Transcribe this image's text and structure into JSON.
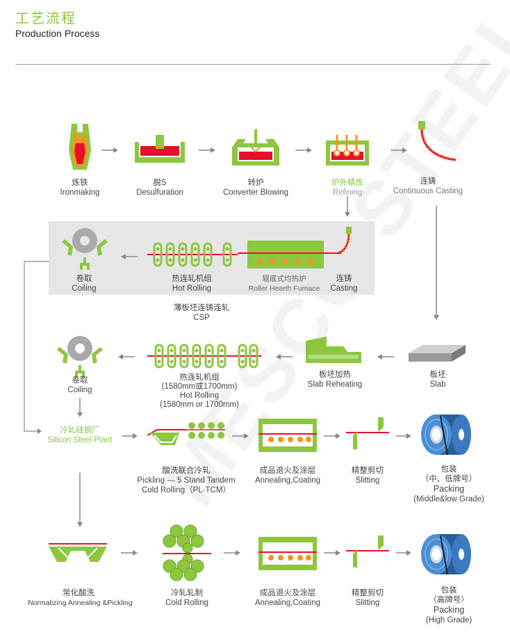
{
  "header": {
    "title_cn": "工艺流程",
    "title_en": "Production Process"
  },
  "watermark": "MESCO STEEL",
  "colors": {
    "green": "#8dc63f",
    "red": "#e8102a",
    "orange": "#f7941d",
    "gray": "#888888"
  },
  "steps": {
    "ironmaking": {
      "cn": "炼铁",
      "en": "Ironmaking"
    },
    "desulfuration": {
      "cn": "脱S",
      "en": "Desulfuration"
    },
    "converter": {
      "cn": "转炉",
      "en": "Converter Blowing"
    },
    "refining": {
      "cn": "炉外精炼",
      "en": "Refining"
    },
    "continuous_casting": {
      "cn": "连铸",
      "en": "Continuous Casting"
    },
    "csp_casting": {
      "cn": "连铸",
      "en": "Casting"
    },
    "roller_hearth": {
      "cn": "辊底式均热炉",
      "en": "Roller Hearth Fumace"
    },
    "csp_hot_rolling": {
      "cn": "热连轧机组",
      "en": "Hot Rolling"
    },
    "csp_coiling": {
      "cn": "卷取",
      "en": "Coiling"
    },
    "csp_label": {
      "cn": "薄板坯连铸连轧",
      "en": "CSP"
    },
    "slab": {
      "cn": "板坯",
      "en": "Slab"
    },
    "slab_reheating": {
      "cn": "板坯加热",
      "en": "Slab Reheating"
    },
    "hot_rolling": {
      "cn": "热连轧机组",
      "cn2": "(1580mm或1700mm)",
      "en": "Hot Rolling",
      "en2": "(1580mm or 1700mm)"
    },
    "coiling": {
      "cn": "卷取",
      "en": "Coiling"
    },
    "silicon_plant": {
      "cn": "冷轧硅钢厂",
      "en": "Silicon Steel Plant"
    },
    "pickling": {
      "cn": "酸洗联合冷轧",
      "en": "Pickling — 5 Stand Tandem",
      "en2": "Cold Rolling（PL-TCM）"
    },
    "annealing1": {
      "cn": "成品退火及涂层",
      "en": "Annealing,Coating"
    },
    "slitting1": {
      "cn": "精整剪切",
      "en": "Slitting"
    },
    "packing1": {
      "cn": "包装",
      "cn2": "（中、低牌号）",
      "en": "Packing",
      "en2": "(Middle&low Grade)"
    },
    "normalizing": {
      "cn": "常化酸洗",
      "en": "Normalizing Annealing &Pickling"
    },
    "cold_rolling": {
      "cn": "冷轧轧制",
      "en": "Cold Rolling"
    },
    "annealing2": {
      "cn": "成品退火及涂层",
      "en": "Annealing,Coating"
    },
    "slitting2": {
      "cn": "精整剪切",
      "en": "Slitting"
    },
    "packing2": {
      "cn": "包装",
      "cn2": "（高牌号）",
      "en": "Packing",
      "en2": "(High Grade)"
    }
  }
}
